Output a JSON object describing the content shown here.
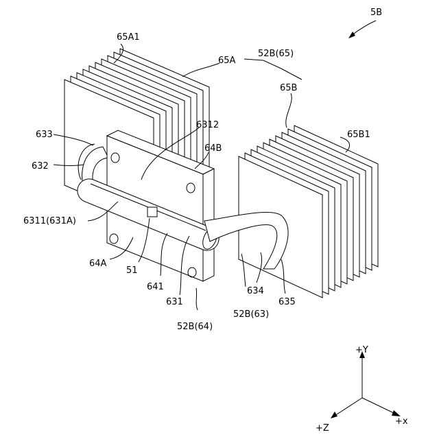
{
  "figure_label": "5B",
  "labels": {
    "fins_a_sub": "65A1",
    "fins_a": "65A",
    "fins_group": "52B(65)",
    "fins_b": "65B",
    "fins_b_sub": "65B1",
    "pipe_6312": "6312",
    "block_64b": "64B",
    "pipe_633": "633",
    "pipe_632": "632",
    "pipe_6311": "6311(631A)",
    "block_64a": "64A",
    "chip_51": "51",
    "pipe_641": "641",
    "pipe_631": "631",
    "block_group": "52B(64)",
    "pipe_634": "634",
    "pipe_635": "635",
    "pipe_group": "52B(63)"
  },
  "axes": {
    "y": "+Y",
    "x": "+x",
    "z": "+Z"
  }
}
